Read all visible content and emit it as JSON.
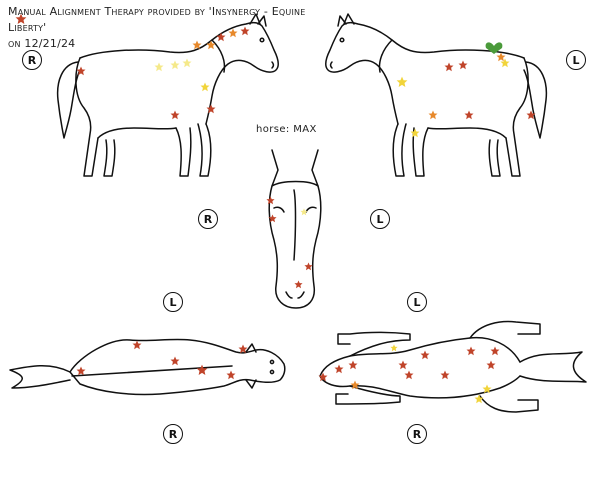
{
  "header": {
    "line1": "Manual Alignment Therapy provided by 'Insynergy - Equine Liberty'",
    "line2": "on 12/21/24"
  },
  "horse_label": "horse: MAX",
  "badges": {
    "right_side_top": "R",
    "left_side_top": "L",
    "head_right": "R",
    "head_left": "L",
    "top_view_left": "L",
    "top_view_right": "R",
    "bottom_view_left": "L",
    "bottom_view_right": "R"
  },
  "colors": {
    "star_red": "#c0442a",
    "star_orange": "#e7892b",
    "star_yellow": "#f1d43a",
    "star_pale": "#f5e98a",
    "heart": "#4a9a3a",
    "outline": "#111111"
  }
}
